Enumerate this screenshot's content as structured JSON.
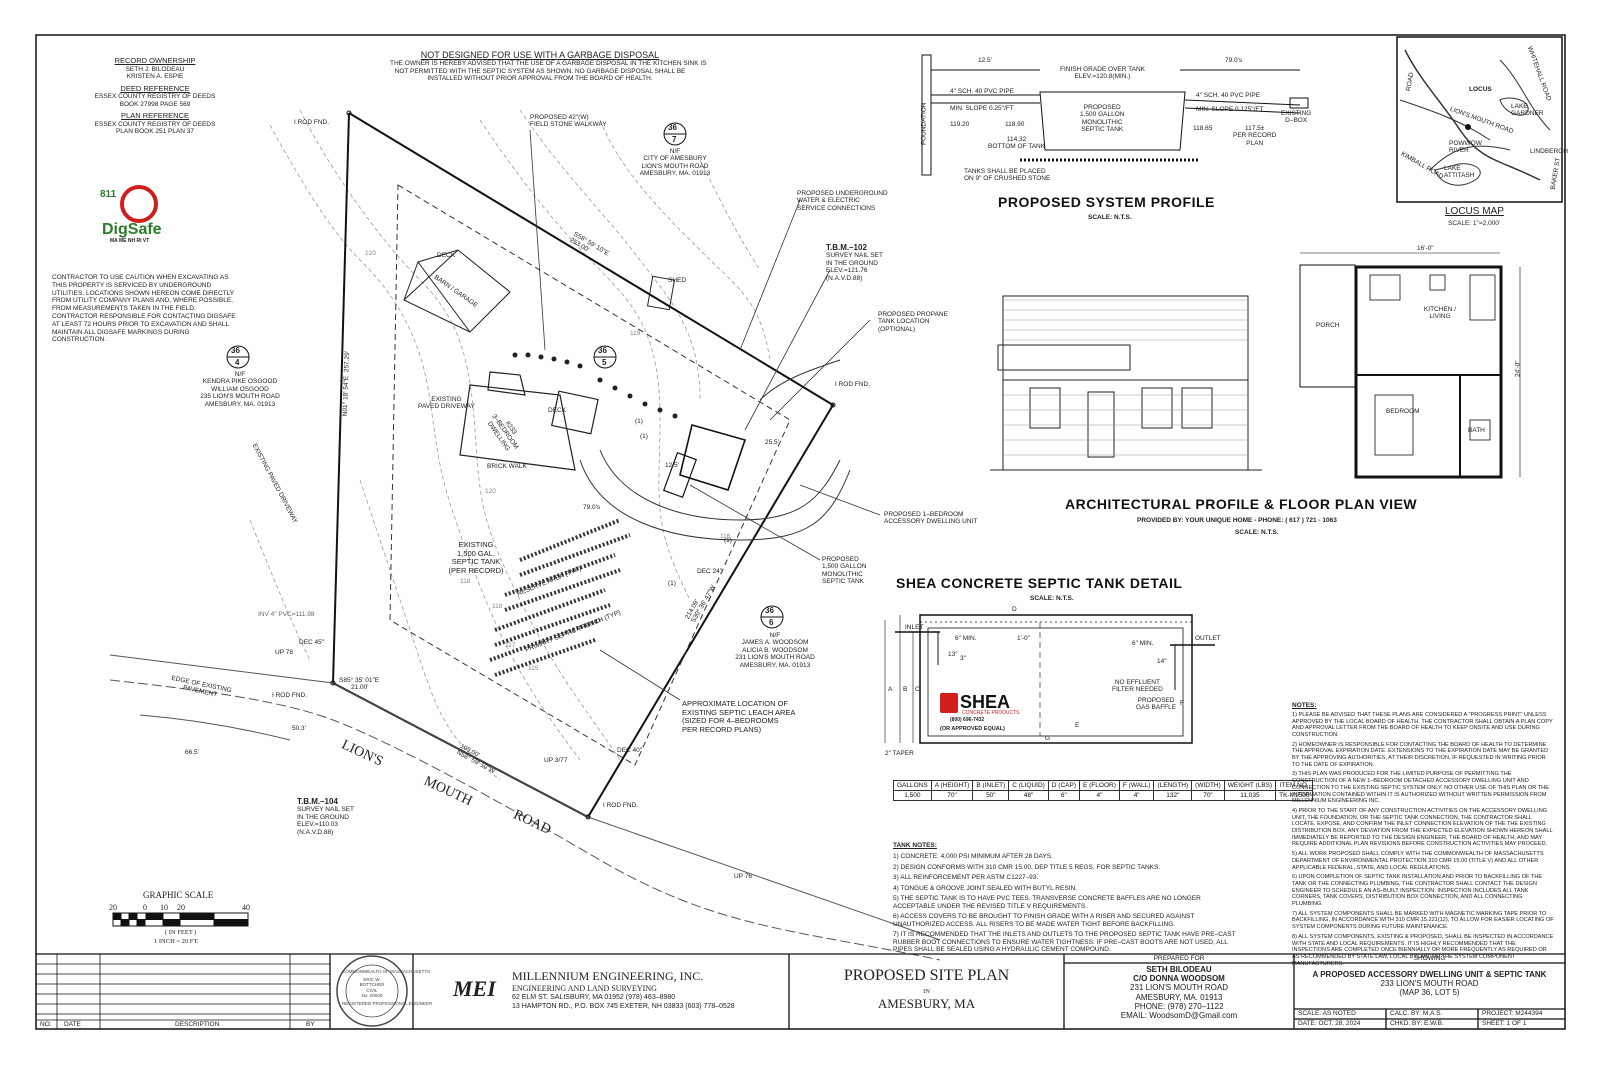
{
  "garbage_notice": {
    "title": "NOT DESIGNED FOR USE WITH A GARBAGE DISPOSAL",
    "lines": [
      "THE OWNER IS HEREBY ADVISED THAT THE USE OF A GARBAGE DISPOSAL IN THE KITCHEN SINK IS",
      "NOT PERMITTED WITH THE SEPTIC SYSTEM AS SHOWN. NO GARBAGE DISPOSAL SHALL BE",
      "INSTALLED WITHOUT PRIOR APPROVAL FROM THE BOARD OF HEALTH."
    ]
  },
  "record_block": {
    "ownership_title": "RECORD OWNERSHIP",
    "ownership_lines": [
      "SETH J. BILODEAU",
      "KRISTEN A. ESPIE"
    ],
    "deed_title": "DEED REFERENCE",
    "deed_lines": [
      "ESSEX COUNTY REGISTRY OF DEEDS",
      "BOOK 27998 PAGE 569"
    ],
    "plan_title": "PLAN REFERENCE",
    "plan_lines": [
      "ESSEX COUNTY REGISTRY OF DEEDS",
      "PLAN BOOK 251 PLAN 37"
    ]
  },
  "digsafe": {
    "number": "811",
    "name": "DigSafe",
    "states": "MA ME NH RI VT",
    "caution": "CONTRACTOR TO USE CAUTION WHEN EXCAVATING AS THIS PROPERTY IS SERVICED BY UNDERGROUND UTILITIES. LOCATIONS SHOWN HEREON COME DIRECTLY FROM UTILITY COMPANY PLANS AND, WHERE POSSIBLE, FROM MEASUREMENTS TAKEN IN THE FIELD. CONTRACTOR RESPONSIBLE FOR CONTACTING DIGSAFE AT LEAST 72 HOURS PRIOR TO EXCAVATION AND SHALL MAINTAIN ALL DIGSAFE MARKINGS DURING CONSTRUCTION."
  },
  "site_plan": {
    "lot_labels": [
      {
        "map": "36",
        "lot": "7",
        "lines": [
          "N/F",
          "CITY OF AMESBURY",
          "LION'S MOUTH ROAD",
          "AMESBURY, MA. 01913"
        ]
      },
      {
        "map": "36",
        "lot": "4",
        "lines": [
          "N/F",
          "KENDRA PIKE OSGOOD",
          "WILLIAM OSGOOD",
          "235 LION'S MOUTH ROAD",
          "AMESBURY, MA. 01913"
        ]
      },
      {
        "map": "36",
        "lot": "5",
        "lines": []
      },
      {
        "map": "36",
        "lot": "6",
        "lines": [
          "N/F",
          "JAMES A. WOODSOM",
          "ALICIA B. WOODSOM",
          "231 LION'S MOUTH ROAD",
          "AMESBURY, MA. 01913"
        ]
      }
    ],
    "callouts": {
      "walkway": [
        "PROPOSED 42\"(W)",
        "FIELD STONE WALKWAY"
      ],
      "utilities": [
        "PROPOSED UNDERGROUND",
        "WATER & ELECTRIC",
        "SERVICE CONNECTIONS"
      ],
      "tbm102": [
        "T.B.M.–102",
        "SURVEY NAIL SET",
        "IN THE GROUND",
        "ELEV.=121.76",
        "(N.A.V.D.88)"
      ],
      "propane": [
        "PROPOSED PROPANE",
        "TANK LOCATION",
        "(OPTIONAL)"
      ],
      "adu": [
        "PROPOSED 1–BEDROOM",
        "ACCESSORY DWELLING UNIT"
      ],
      "new_tank": [
        "PROPOSED",
        "1,500 GALLON",
        "MONOLITHIC",
        "SEPTIC TANK"
      ],
      "existing_tank": [
        "EXISTING",
        "1,500 GAL.",
        "SEPTIC TANK",
        "(PER RECORD)"
      ],
      "leach": [
        "APPROXIMATE LOCATION OF",
        "EXISTING SEPTIC LEACH AREA",
        "(SIZED FOR 4–BEDROOMS",
        "PER RECORD PLANS)"
      ],
      "tbm104": [
        "T.B.M.–104",
        "SURVEY NAIL SET",
        "IN THE GROUND",
        "ELEV.=110.03",
        "(N.A.V.D.88)"
      ],
      "edge_pavement": [
        "EDGE OF EXISTING",
        "PAVEMENT"
      ],
      "existing_driveway": [
        "EXISTING",
        "PAVED DRIVEWAY"
      ],
      "paved_driveway_left": "EXISTING PAVED DRIVEWAY",
      "barn": "BARN / GARAGE",
      "deck": "DECK",
      "deck2": "DECK",
      "shed": "SHED",
      "dwelling": [
        "#233",
        "3–BEDROOM",
        "DWELLING"
      ],
      "brick_walk": "BRICK WALK",
      "reserve": "RESERVE AREA (TYP)",
      "primary": "PRIMARY SEPTIC TRENCH (TYP)",
      "inv": "INV 4\" PVC=111.98"
    },
    "bearings": {
      "north_east": "S58° 59' 10\"E",
      "north_east_dist": "253.00'",
      "west": "N01° 18' 54\"E",
      "west_dist": "257.29'",
      "south_west": "S85° 35' 01\"E",
      "south_west_dist": "21.00'",
      "south": "N58° 59' 10\"W",
      "south_dist": "109.00'",
      "east": "S30° 36' 47\"W",
      "east_dist": "214.09'"
    },
    "misc": [
      "I ROD FND.",
      "I ROD FND.",
      "I ROD FND.",
      "I ROD FND.",
      "DEC 45\"",
      "UP 78",
      "DEC 24\"",
      "DEC 40\"",
      "UP 3/77",
      "UP 76",
      "50.3'",
      "66.5'",
      "25.5'",
      "79.0's",
      "12.5'"
    ],
    "road": [
      "LION'S",
      "MOUTH",
      "ROAD"
    ],
    "contours": [
      "120",
      "119",
      "118",
      "117",
      "116",
      "115",
      "120",
      "118"
    ],
    "septic_tags": [
      "(1)",
      "(1)",
      "(1)",
      "(1)"
    ]
  },
  "graphic_scale": {
    "title": "GRAPHIC SCALE",
    "ticks": [
      "20",
      "0",
      "10",
      "20",
      "40"
    ],
    "unit": "( IN FEET )",
    "ratio": "1 INCH = 20 FT."
  },
  "system_profile": {
    "title": "PROPOSED SYSTEM PROFILE",
    "scale": "SCALE: N.T.S.",
    "labels": {
      "finish_grade": [
        "FINISH GRADE OVER TANK",
        "ELEV.=120.8(MIN.)"
      ],
      "pipe_left": "4\" SCH. 40 PVC PIPE",
      "slope_left": "MIN. SLOPE 0.25\"/FT",
      "pipe_right": "4\" SCH. 40 PVC PIPE",
      "slope_right": "MIN. SLOPE 0.125\"/FT",
      "tank": [
        "PROPOSED",
        "1,500 GALLON",
        "MONOLITHIC",
        "SEPTIC TANK"
      ],
      "bottom": [
        "114.32",
        "BOTTOM OF TANK"
      ],
      "stone": [
        "TANKS SHALL BE PLACED",
        "ON 9\" OF CRUSHED STONE"
      ],
      "foundation": "FOUNDATION",
      "dbox": [
        "EXISTING",
        "D–BOX"
      ],
      "record": [
        "117.5±",
        "PER RECORD",
        "PLAN"
      ],
      "dim_left": "12.5'",
      "dim_right": "79.0's",
      "inv1": "119.20",
      "inv2": "118.90",
      "inv3": "118.65"
    }
  },
  "locus": {
    "title": "LOCUS MAP",
    "scale": "SCALE: 1\"=2,000'",
    "labels": [
      "LOCUS",
      "LAKE GARDNER",
      "POWWOW RIVER",
      "LAKE ATTITASH",
      "LION'S MOUTH ROAD",
      "KIMBALL ROAD",
      "WHITEHALL ROAD",
      "LINDBERGH",
      "BAKER ST",
      "ROAD"
    ]
  },
  "floor_plan": {
    "width_dim": "16'-0\"",
    "depth_dim": "24'-0\"",
    "rooms": [
      "PORCH",
      "KITCHEN / LIVING",
      "BEDROOM",
      "BATH"
    ]
  },
  "arch": {
    "title": "ARCHITECTURAL PROFILE & FLOOR PLAN VIEW",
    "provided": "PROVIDED BY: YOUR UNIQUE HOME - PHONE: ( 617 ) 721 - 1063",
    "scale": "SCALE: N.T.S."
  },
  "tank_detail": {
    "title": "SHEA CONCRETE SEPTIC TANK DETAIL",
    "scale": "SCALE: N.T.S.",
    "brand": "SHEA",
    "brand_sub": "CONCRETE PRODUCTS",
    "phone": "(800) 696-7432",
    "approved": "(OR APPROVED EQUAL)",
    "labels": {
      "inlet": "INLET",
      "outlet": "OUTLET",
      "min6a": "6\" MIN.",
      "min6b": "6\" MIN.",
      "d13": "13\"",
      "d3": "3\"",
      "d10": "1'-0\"",
      "d14": "14\"",
      "filter": [
        "NO EFFLUENT",
        "FILTER NEEDED"
      ],
      "baffle": [
        "PROPOSED",
        "GAS BAFFLE"
      ],
      "taper": "2\" TAPER",
      "letters": [
        "A",
        "B",
        "C",
        "D",
        "E",
        "F",
        "G"
      ]
    },
    "table": {
      "headers": [
        "GALLONS",
        "A (HEIGHT)",
        "B (INLET)",
        "C (LIQUID)",
        "D (CAP)",
        "E (FLOOR)",
        "F (WALL)",
        "(LENGTH)",
        "(WIDTH)",
        "WEIGHT (LBS)",
        "ITEM NO."
      ],
      "row": [
        "1,500",
        "70\"",
        "50\"",
        "48\"",
        "6\"",
        "4\"",
        "4\"",
        "132\"",
        "70\"",
        "11,035",
        "TK-M1500"
      ]
    },
    "notes_title": "TANK NOTES:",
    "notes": [
      "1)  CONCRETE: 4,000 PSI MINIMUM AFTER 28 DAYS.",
      "2)  DESIGN CONFORMS WITH 310 CMR 15.00, DEP TITLE 5 REGS. FOR SEPTIC TANKS.",
      "3)  ALL REINFORCEMENT PER ASTM C1227–93.",
      "4)  TONGUE & GROOVE JOINT SEALED WITH BUTYL RESIN.",
      "5)  THE SEPTIC TANK IS TO HAVE PVC TEES. TRANSVERSE CONCRETE BAFFLES ARE NO LONGER ACCEPTABLE UNDER THE REVISED TITLE V REQUIREMENTS.",
      "6)  ACCESS COVERS TO BE BROUGHT TO FINISH GRADE WITH A RISER AND SECURED AGAINST UNAUTHORIZED ACCESS. ALL RISERS TO BE MADE WATER TIGHT BEFORE BACKFILLING.",
      "7)  IT IS RECOMMENDED THAT THE INLETS AND OUTLETS TO THE PROPOSED SEPTIC TANK HAVE PRE–CAST RUBBER BOOT CONNECTIONS TO ENSURE WATER TIGHTNESS. IF PRE–CAST BOOTS ARE NOT USED, ALL PIPES SHALL BE SEALED USING A HYDRAULIC CEMENT COMPOUND."
    ]
  },
  "general_notes": {
    "title": "NOTES:",
    "items": [
      "1)  PLEASE BE ADVISED THAT THESE PLANS ARE CONSIDERED A \"PROGRESS PRINT\" UNLESS APPROVED BY THE LOCAL BOARD OF HEALTH. THE CONTRACTOR SHALL OBTAIN A PLAN COPY AND APPROVAL LETTER FROM THE BOARD OF HEALTH TO KEEP ONSITE AND USE DURING CONSTRUCTION.",
      "2)  HOMEOWNER IS RESPONSIBLE FOR CONTACTING THE BOARD OF HEALTH TO DETERMINE THE APPROVAL EXPIRATION DATE. EXTENSIONS TO THE EXPIRATION DATE MAY BE GRANTED BY THE APPROVING AUTHORITIES, AT THEIR DISCRETION, IF REQUESTED IN WRITING PRIOR TO THE DATE OF EXPIRATION.",
      "3)  THIS PLAN WAS PRODUCED FOR THE LIMITED PURPOSE OF PERMITTING THE CONSTRUCTION OF A NEW 1–BEDROOM DETACHED ACCESSORY DWELLING UNIT AND CONNECTION TO THE EXISTING SEPTIC SYSTEM ONLY. NO OTHER USE OF THIS PLAN OR THE INFORMATION CONTAINED WITHIN IT IS AUTHORIZED WITHOUT WRITTEN PERMISSION FROM MILLENNIUM ENGINEERING INC.",
      "4)  PRIOR TO THE START OF ANY CONSTRUCTION ACTIVITIES ON THE ACCESSORY DWELLING UNIT, THE FOUNDATION, OR THE SEPTIC TANK CONNECTION, THE CONTRACTOR SHALL LOCATE, EXPOSE, AND CONFIRM THE INLET CONNECTION ELEVATION OF THE THE EXISTING DISTRIBUTION BOX. ANY DEVIATION FROM THE EXPECTED ELEVATION SHOWN HEREON SHALL IMMEDIATELY BE REPORTED TO THE DESIGN ENGINEER, THE BOARD OF HEALTH, AND MAY REQUIRE ADDITIONAL PLAN REVISIONS BEFORE CONSTRUCTION ACTIVITIES MAY PROCEED.",
      "5)  ALL WORK PROPOSED SHALL COMPLY WITH THE COMMONWEALTH OF MASSACHUSETTS DEPARTMENT OF ENVIRONMENTAL PROTECTION 310 CMR 15.00 (TITLE V) AND ALL OTHER APPLICABLE FEDERAL, STATE, AND LOCAL REGULATIONS.",
      "6)  UPON COMPLETION OF SEPTIC TANK INSTALLATION AND PRIOR TO BACKFILLING OF THE TANK OR THE CONNECTING PLUMBING, THE CONTRACTOR SHALL CONTACT THE DESIGN ENGINEER TO SCHEDULE AN AS–BUILT INSPECTION. INSPECTION INCLUDES ALL TANK CORNERS, TANK COVERS, DISTRIBUTION BOX CONNECTION, AND ALL CONNECTING PLUMBING.",
      "7)  ALL SYSTEM COMPONENTS SHALL BE MARKED WITH MAGNETIC MARKING TAPE PRIOR TO BACKFILLING, IN ACCORDANCE WITH 310 CMR 15.221(12), TO ALLOW FOR EASIER LOCATING OF SYSTEM COMPONENTS DURING FUTURE MAINTENANCE.",
      "8)  ALL SYSTEM COMPONENTS, EXISTING & PROPOSED, SHALL BE INSPECTED IN ACCORDANCE WITH STATE AND LOCAL REQUIREMENTS. IT IS HIGHLY RECOMMENDED THAT THE INSPECTIONS ARE COMPLETED ONCE BIENNIALLY OR MORE FREQUENTLY AS REQUIRED OR AS RECOMMENDED BY STATE LAW, LOCAL BYLAW, OR THE SYSTEM COMPONENT MANUFACTURERS."
    ]
  },
  "title_block": {
    "rev_headers": [
      "NO.",
      "DATE",
      "DESCRIPTION",
      "BY"
    ],
    "seal": [
      "COMMONWEALTH OF MASSACHUSETTS",
      "ERIC W.",
      "BOTTCHER",
      "CIVIL",
      "No. 00000",
      "REGISTERED PROFESSIONAL ENGINEER"
    ],
    "company": {
      "logo": "MEI",
      "name": "MILLENNIUM ENGINEERING, INC.",
      "sub": "ENGINEERING AND LAND SURVEYING",
      "addr1": "62 ELM ST. SALISBURY, MA 01952   (978) 463–8980",
      "addr2": "13 HAMPTON RD., P.O. BOX 745 EXETER, NH 03833 (603) 778–0528"
    },
    "plan_title": "PROPOSED SITE PLAN",
    "plan_in": "IN",
    "plan_town": "AMESBURY, MA",
    "prepared_label": "PREPARED FOR",
    "prepared": [
      "SETH BILODEAU",
      "C/O DONNA WOODSOM",
      "231 LION'S MOUTH ROAD",
      "AMESBURY, MA. 01913",
      "PHONE: (978) 270–1122",
      "EMAIL: WoodsomD@Gmail.com"
    ],
    "showing_label": "SHOWING",
    "showing": [
      "A PROPOSED ACCESSORY DWELLING UNIT & SEPTIC TANK",
      "233 LION'S MOUTH ROAD",
      "(MAP 36, LOT 5)"
    ],
    "meta": {
      "scale": "SCALE: AS NOTED",
      "calc": "CALC. BY: M.A.S.",
      "project": "PROJECT: M244394",
      "date": "DATE:  OCT. 28, 2024",
      "chkd": "CHKD. BY: E.W.B.",
      "sheet": "SHEET: 1 OF 1"
    }
  }
}
